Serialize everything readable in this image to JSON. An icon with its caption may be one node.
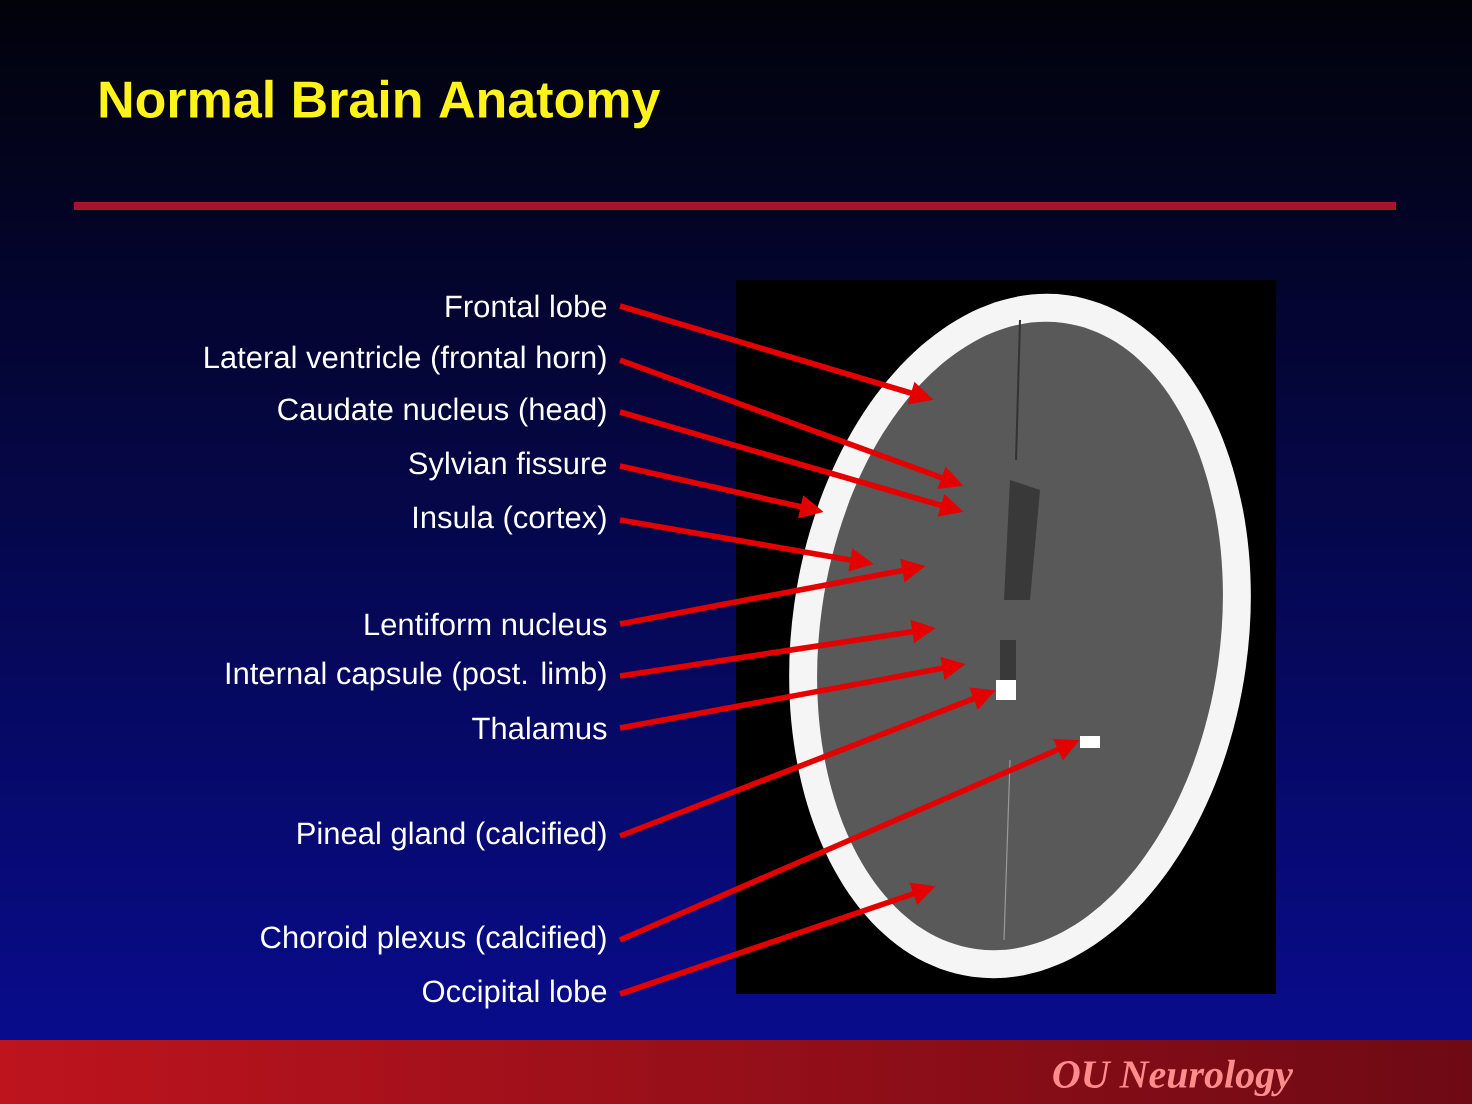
{
  "diagram": {
    "title": "Normal Brain Anatomy",
    "nodes": [
      {
        "text": [
          "Frontal lobe"
        ]
      },
      {
        "text": [
          "Lateral ventricle (frontal horn)"
        ]
      },
      {
        "text": [
          "Caudate nucleus (head)"
        ]
      },
      {
        "text": [
          "Sylvian fissure"
        ]
      },
      {
        "text": [
          "Insula (cortex)"
        ]
      },
      {
        "text": [
          "Lentiform nucleus"
        ]
      },
      {
        "text": [
          "Internal capsule (post. limb)"
        ]
      },
      {
        "text": [
          "Thalamus"
        ]
      },
      {
        "text": [
          "Pineal gland (calcified)"
        ]
      },
      {
        "text": [
          "Choroid plexus (calcified)"
        ]
      },
      {
        "text": [
          "Occipital lobe"
        ]
      }
    ],
    "edges": [
      {
        "from": 0,
        "to": null,
        "arrow": "to"
      },
      {
        "from": 1,
        "to": null,
        "arrow": "to"
      },
      {
        "from": 2,
        "to": null,
        "arrow": "to"
      },
      {
        "from": 3,
        "to": null,
        "arrow": "to"
      },
      {
        "from": 4,
        "to": null,
        "arrow": "to"
      },
      {
        "from": 5,
        "to": null,
        "arrow": "to"
      },
      {
        "from": 6,
        "to": null,
        "arrow": "to"
      },
      {
        "from": 7,
        "to": null,
        "arrow": "to"
      },
      {
        "from": 8,
        "to": null,
        "arrow": "to"
      },
      {
        "from": 9,
        "to": null,
        "arrow": "to"
      },
      {
        "from": 10,
        "to": null,
        "arrow": "to"
      }
    ],
    "labels": [
      "OU Neurology"
    ]
  }
}
